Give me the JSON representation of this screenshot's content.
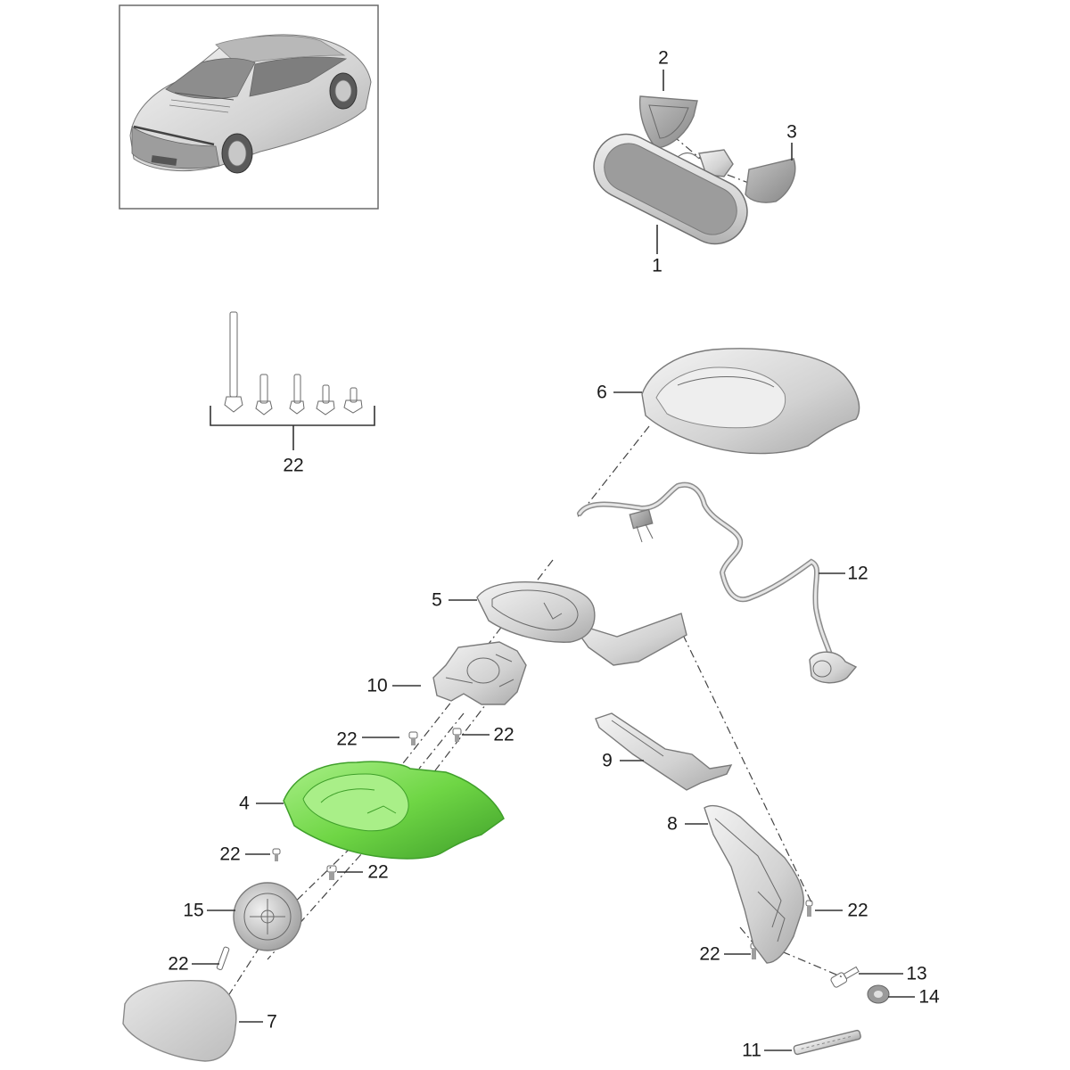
{
  "diagram": {
    "callouts": [
      "2",
      "3",
      "1",
      "6",
      "22",
      "12",
      "5",
      "10",
      "22",
      "22",
      "9",
      "4",
      "8",
      "22",
      "22",
      "15",
      "22",
      "22",
      "22",
      "13",
      "14",
      "7",
      "11"
    ]
  },
  "colors": {
    "highlight": "#6fd645",
    "highlight_dark": "#3f9f2a",
    "highlight_light": "#a9ef88",
    "line": "#333333"
  }
}
